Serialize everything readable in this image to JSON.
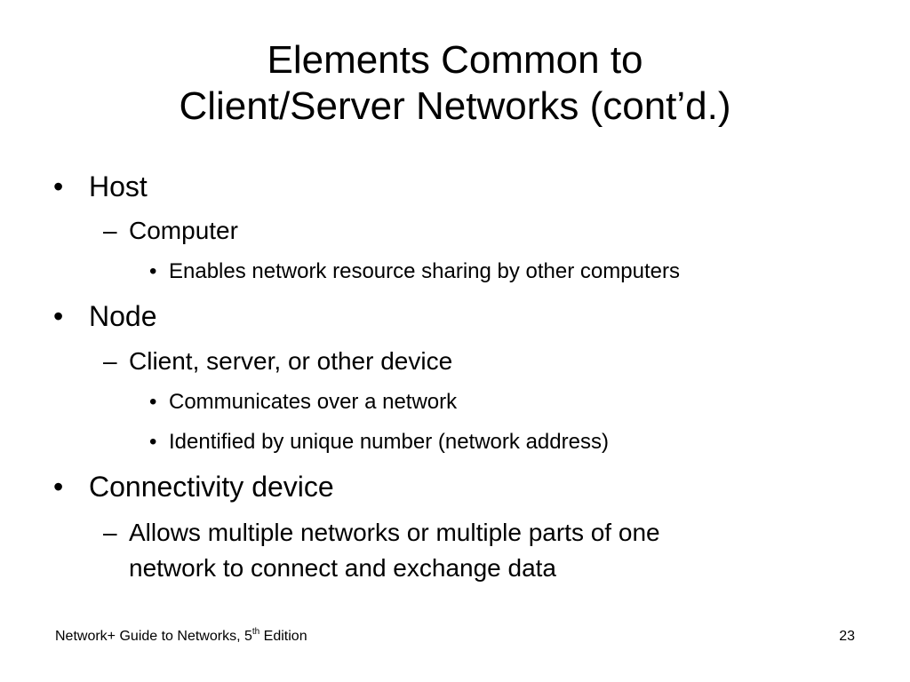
{
  "slide": {
    "title_line1": "Elements Common to",
    "title_line2": "Client/Server Networks (cont’d.)",
    "bullets": [
      {
        "marker": "•",
        "text": "Host"
      },
      {
        "marker": "–",
        "text": "Computer"
      },
      {
        "marker": "•",
        "text": "Enables network resource sharing by other computers"
      },
      {
        "marker": "•",
        "text": "Node"
      },
      {
        "marker": "–",
        "text": "Client, server, or other device"
      },
      {
        "marker": "•",
        "text": "Communicates over a network"
      },
      {
        "marker": "•",
        "text": "Identified by unique number (network address)"
      },
      {
        "marker": "•",
        "text": "Connectivity device"
      },
      {
        "marker": "–",
        "text": "Allows multiple networks or multiple parts of one"
      },
      {
        "marker": "",
        "text": "network to connect and exchange data"
      }
    ],
    "footer": {
      "text_before_sup": "Network+ Guide to Networks, 5",
      "sup": "th",
      "text_after_sup": " Edition",
      "page_number": "23"
    }
  }
}
